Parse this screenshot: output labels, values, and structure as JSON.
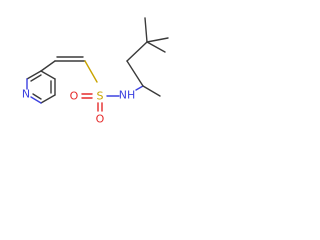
{
  "molecule": {
    "atoms": {
      "pyridine_n": "N",
      "sulfur": "S",
      "oxygen_left": "O",
      "oxygen_bottom": "O",
      "amine": "NH"
    },
    "colors": {
      "bond": "#3a3a3a",
      "nitrogen": "#3d42e0",
      "oxygen": "#e52b2b",
      "sulfur": "#c9a400"
    }
  }
}
